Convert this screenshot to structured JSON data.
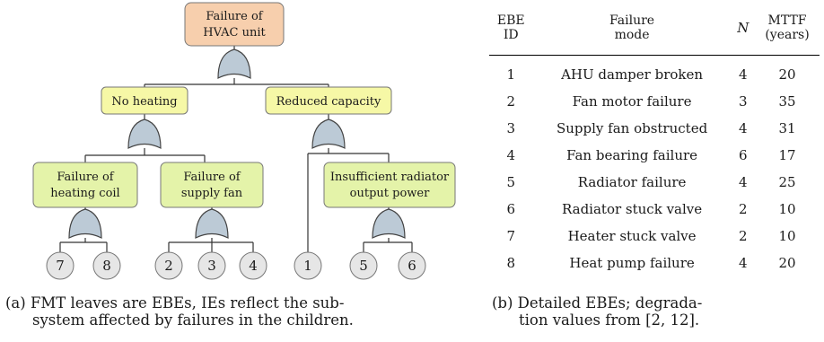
{
  "tree": {
    "root": [
      "Failure of",
      "HVAC unit"
    ],
    "no_heating": "No heating",
    "reduced_capacity": "Reduced capacity",
    "heating_coil": [
      "Failure of",
      "heating coil"
    ],
    "supply_fan": [
      "Failure of",
      "supply fan"
    ],
    "radiator_output": [
      "Insufficient radiator",
      "output power"
    ],
    "leaves": [
      "7",
      "8",
      "2",
      "3",
      "4",
      "1",
      "5",
      "6"
    ]
  },
  "table": {
    "headers": {
      "id": [
        "EBE",
        "ID"
      ],
      "mode": [
        "Failure",
        "mode"
      ],
      "n": "N",
      "mttf": [
        "MTTF",
        "(years)"
      ]
    },
    "rows": [
      {
        "id": "1",
        "mode": "AHU damper broken",
        "n": "4",
        "mttf": "20"
      },
      {
        "id": "2",
        "mode": "Fan motor failure",
        "n": "3",
        "mttf": "35"
      },
      {
        "id": "3",
        "mode": "Supply fan obstructed",
        "n": "4",
        "mttf": "31"
      },
      {
        "id": "4",
        "mode": "Fan bearing failure",
        "n": "6",
        "mttf": "17"
      },
      {
        "id": "5",
        "mode": "Radiator failure",
        "n": "4",
        "mttf": "25"
      },
      {
        "id": "6",
        "mode": "Radiator stuck valve",
        "n": "2",
        "mttf": "10"
      },
      {
        "id": "7",
        "mode": "Heater stuck valve",
        "n": "2",
        "mttf": "10"
      },
      {
        "id": "8",
        "mode": "Heat pump failure",
        "n": "4",
        "mttf": "20"
      }
    ]
  },
  "captions": {
    "a_line1": "(a) FMT leaves are EBEs, IEs reflect the sub-",
    "a_line2": "system affected by failures in the children.",
    "b_line1": "(b) Detailed EBEs; degrada-",
    "b_line2": "tion values from [2, 12]."
  },
  "colors": {
    "root_fill": "#f7cfad",
    "event_fill": "#f6f8a6",
    "intermediate_fill": "#e4f3a9",
    "gate_fill": "#bccad6",
    "leaf_fill": "#e6e6e6"
  }
}
